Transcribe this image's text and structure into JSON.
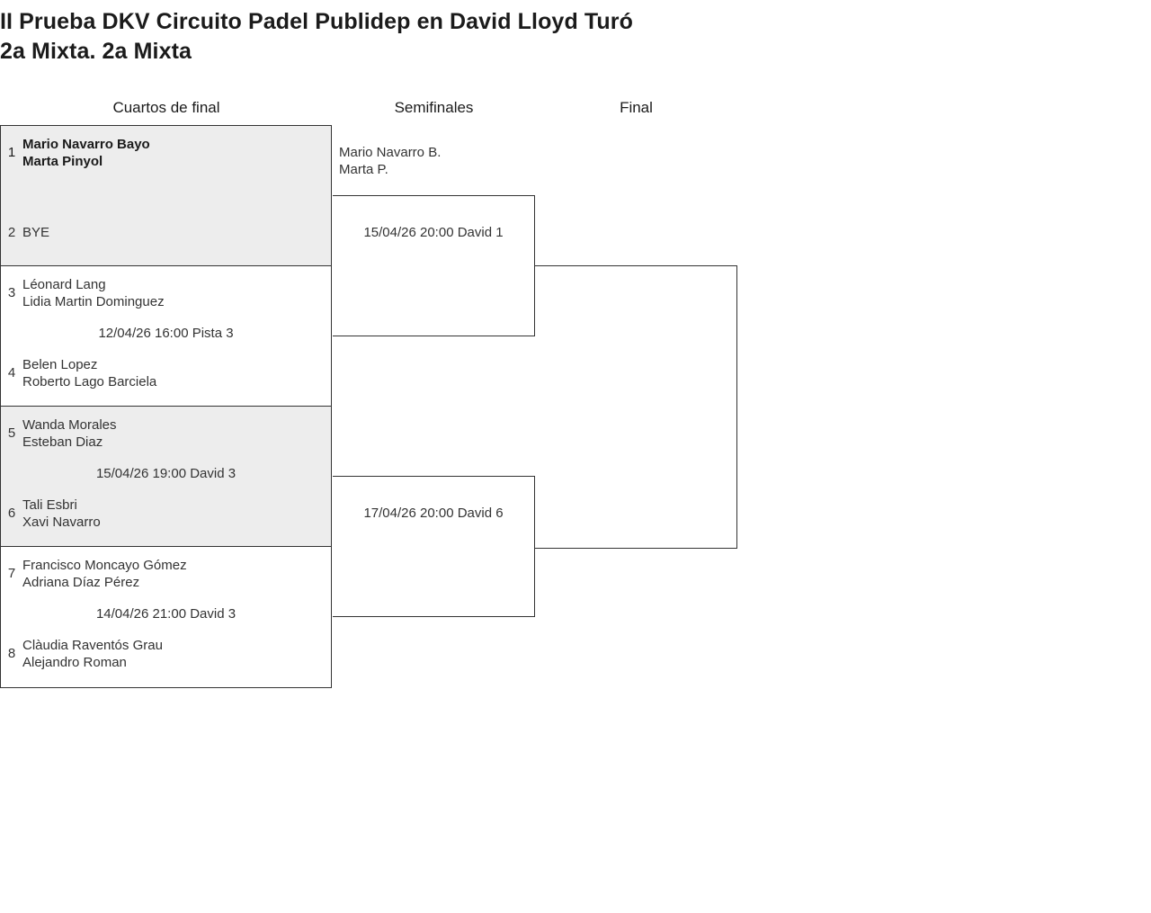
{
  "title": {
    "line1": "II Prueba DKV Circuito Padel Publidep en David Lloyd Turó",
    "line2": "2a Mixta. 2a Mixta"
  },
  "rounds": [
    {
      "label": "Cuartos de final"
    },
    {
      "label": "Semifinales"
    },
    {
      "label": "Final"
    }
  ],
  "quarter_finals": [
    {
      "shaded": true,
      "info": "",
      "top": {
        "seed": "1",
        "player1": "Mario Navarro Bayo",
        "player2": "Marta Pinyol",
        "winner": true
      },
      "bottom": {
        "seed": "2",
        "player1": "BYE",
        "player2": "",
        "winner": false
      }
    },
    {
      "shaded": false,
      "info": "12/04/26 16:00 Pista 3",
      "top": {
        "seed": "3",
        "player1": "Léonard Lang",
        "player2": "Lidia Martin Dominguez",
        "winner": false
      },
      "bottom": {
        "seed": "4",
        "player1": "Belen Lopez",
        "player2": "Roberto Lago Barciela",
        "winner": false
      }
    },
    {
      "shaded": true,
      "info": "15/04/26 19:00 David 3",
      "top": {
        "seed": "5",
        "player1": "Wanda Morales",
        "player2": "Esteban Diaz",
        "winner": false
      },
      "bottom": {
        "seed": "6",
        "player1": "Tali Esbri",
        "player2": "Xavi Navarro",
        "winner": false
      }
    },
    {
      "shaded": false,
      "info": "14/04/26 21:00 David 3",
      "top": {
        "seed": "7",
        "player1": "Francisco Moncayo Gómez",
        "player2": "Adriana Díaz Pérez",
        "winner": false
      },
      "bottom": {
        "seed": "8",
        "player1": "Clàudia Raventós Grau",
        "player2": "Alejandro Roman",
        "winner": false
      }
    }
  ],
  "semi_finals": [
    {
      "info": "15/04/26 20:00 David 1",
      "qualifier": {
        "player1": "Mario Navarro B.",
        "player2": "Marta P."
      }
    },
    {
      "info": "17/04/26 20:00 David 6",
      "qualifier": {
        "player1": "",
        "player2": ""
      }
    }
  ],
  "final": [
    {
      "info": "",
      "qualifier": {
        "player1": "",
        "player2": ""
      }
    }
  ],
  "colors": {
    "line": "#333333",
    "shaded_row": "#ededed",
    "text": "#333333",
    "heading": "#1b1b1b",
    "page_background": "#ffffff"
  }
}
